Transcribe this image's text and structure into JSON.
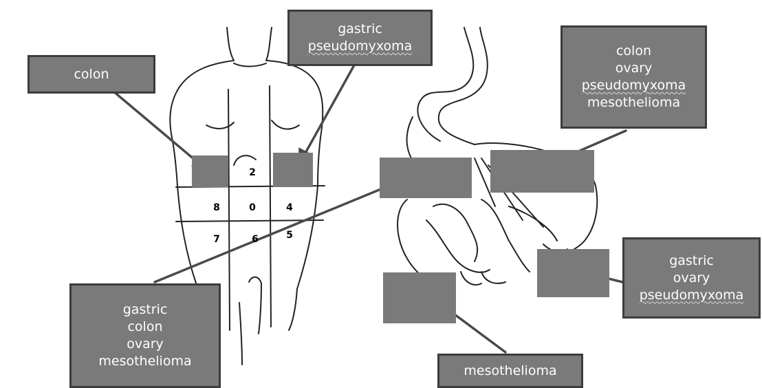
{
  "labels": {
    "colon": [
      "colon"
    ],
    "gastric_pseudo": [
      "gastric",
      "pseudomyxoma"
    ],
    "right_top": [
      "colon",
      "ovary",
      "pseudomyxoma",
      "mesothelioma"
    ],
    "right_mid": [
      "gastric",
      "ovary",
      "pseudomyxoma"
    ],
    "left_bottom": [
      "gastric",
      "colon",
      "ovary",
      "mesothelioma"
    ],
    "bottom_center": [
      "mesothelioma"
    ]
  },
  "regions": {
    "r2": "2",
    "r8": "8",
    "r0": "0",
    "r4": "4",
    "r7": "7",
    "r6": "6",
    "r5": "5"
  },
  "colors": {
    "box_fill": "#7a7a7a",
    "box_border": "#3c3c3c",
    "arrow": "#4a4a4a",
    "line_art": "#222222"
  }
}
